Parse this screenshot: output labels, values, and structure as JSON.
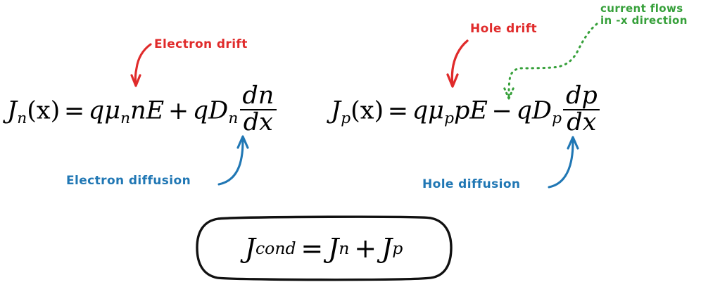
{
  "figure": {
    "kind": "semiconductor-current-density-annotated-equations",
    "background_color": "#ffffff",
    "colors": {
      "drift_annotation": "#e02b2b",
      "diffusion_annotation": "#2077b4",
      "direction_annotation": "#36a03a",
      "equation_text": "#000000",
      "box_outline": "#000000"
    }
  },
  "equations": {
    "electron": {
      "lhs_symbol": "J",
      "lhs_sub": "n",
      "argument": "(x)",
      "equals": "=",
      "drift_term": {
        "charge": "q",
        "mobility": "μ",
        "mobility_sub": "n",
        "carrier": "n",
        "field": "E"
      },
      "sign_between_terms": "+",
      "diffusion_term": {
        "charge": "q",
        "diffusivity": "D",
        "diffusivity_sub": "n",
        "numerator": "dn",
        "denominator": "dx"
      },
      "plain_text": "J_n(x) = qμ_n n E + q D_n dn/dx"
    },
    "hole": {
      "lhs_symbol": "J",
      "lhs_sub": "p",
      "argument": "(x)",
      "equals": "=",
      "drift_term": {
        "charge": "q",
        "mobility": "μ",
        "mobility_sub": "p",
        "carrier": "p",
        "field": "E"
      },
      "sign_between_terms": "−",
      "diffusion_term": {
        "charge": "q",
        "diffusivity": "D",
        "diffusivity_sub": "p",
        "numerator": "dp",
        "denominator": "dx"
      },
      "plain_text": "J_p(x) = qμ_p p E − q D_p dp/dx"
    },
    "total": {
      "lhs_symbol": "J",
      "lhs_sub": "cond",
      "equals": "=",
      "term_1": "J",
      "term_1_sub": "n",
      "plus": "+",
      "term_2": "J",
      "term_2_sub": "p",
      "plain_text": "J_cond = J_n + J_p",
      "boxed": "true"
    }
  },
  "annotations": [
    {
      "id": "electron-drift",
      "text": "Electron drift",
      "color": "#e02b2b",
      "points_to": "qμ_n n E",
      "arrow_style": "solid-curved",
      "arrow_direction": "down"
    },
    {
      "id": "electron-diffusion",
      "text": "Electron diffusion",
      "color": "#2077b4",
      "points_to": "q D_n dn/dx",
      "arrow_style": "solid-curved",
      "arrow_direction": "up"
    },
    {
      "id": "hole-drift",
      "text": "Hole drift",
      "color": "#e02b2b",
      "points_to": "qμ_p p E",
      "arrow_style": "solid-curved",
      "arrow_direction": "down"
    },
    {
      "id": "hole-diffusion",
      "text": "Hole diffusion",
      "color": "#2077b4",
      "points_to": "q D_p dp/dx",
      "arrow_style": "solid-curved",
      "arrow_direction": "up"
    },
    {
      "id": "current-direction",
      "text_line_1": "current flows",
      "text_line_2": "in -x direction",
      "color": "#36a03a",
      "points_to": "minus sign in hole current equation",
      "arrow_style": "dotted-curved",
      "arrow_direction": "down"
    }
  ]
}
